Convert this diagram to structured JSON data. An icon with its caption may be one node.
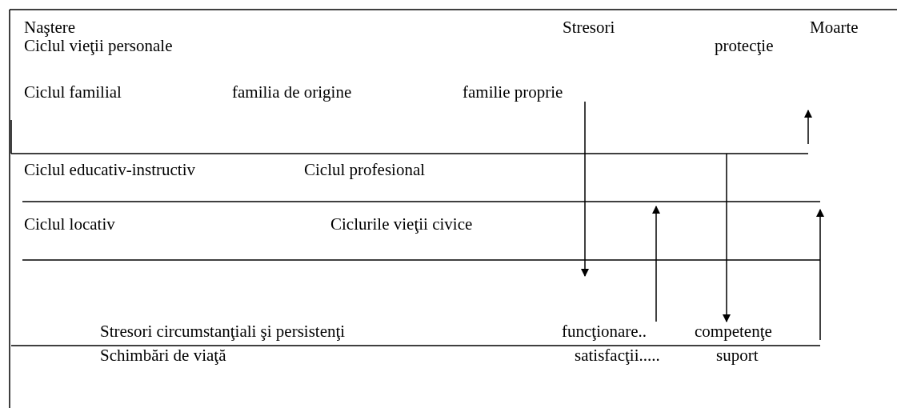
{
  "diagram": {
    "nodes": [
      {
        "text": [
          "protecţie"
        ]
      },
      {
        "text": [
          "familie proprie"
        ]
      },
      {
        "text": [
          "funcţionare.."
        ]
      },
      {
        "text": [
          "competenţe"
        ]
      }
    ],
    "edges": [
      {
        "from": 1,
        "to": null,
        "arrow": "to"
      },
      {
        "from": 2,
        "to": null,
        "arrow": "to"
      },
      {
        "from": null,
        "to": 3,
        "arrow": "to"
      }
    ],
    "labels": [
      "Naştere",
      "Stresori",
      "Moarte",
      "Ciclul vieţii personale",
      "Ciclul familial",
      "familia de origine",
      "Ciclul educativ-instructiv",
      "Ciclul profesional",
      "Ciclul locativ",
      "Ciclurile vieţii civice",
      "Stresori circumstanţiali şi persistenţi",
      "Schimbări de viaţă",
      "satisfacţii.....",
      "suport"
    ]
  }
}
